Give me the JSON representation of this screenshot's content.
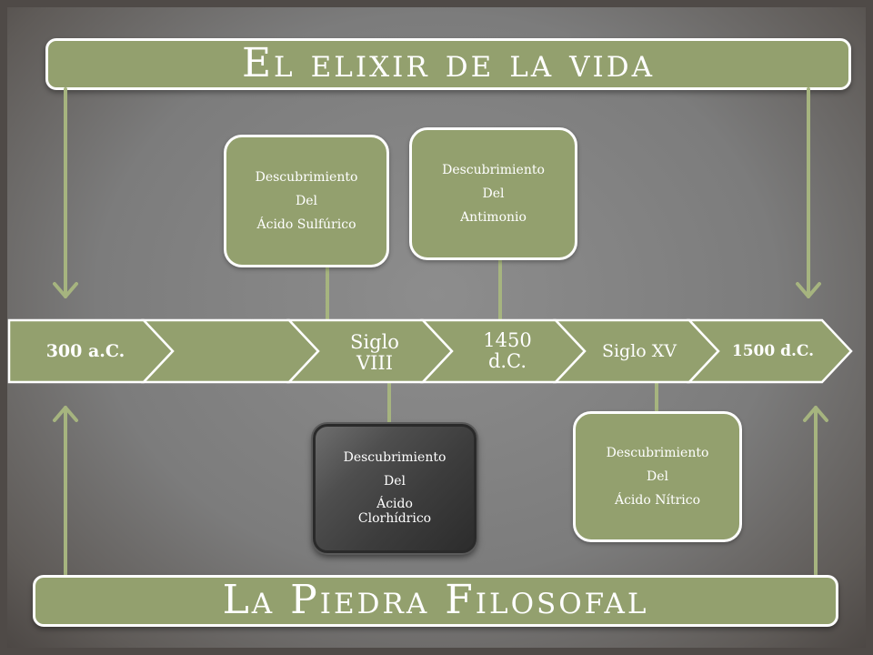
{
  "title_top": "El elixir de la vida",
  "title_bottom": "La Piedra Filosofal",
  "timeline": [
    {
      "label": "300 a.C."
    },
    {
      "label": ""
    },
    {
      "label": "Siglo VIII"
    },
    {
      "label": "1450 d.C."
    },
    {
      "label": "Siglo XV"
    },
    {
      "label": "1500 d.C."
    }
  ],
  "events_above": [
    {
      "line1": "Descubrimiento",
      "line2": "Del",
      "line3": "Ácido Sulfúrico"
    },
    {
      "line1": "Descubrimiento",
      "line2": "Del",
      "line3": "Antimonio"
    }
  ],
  "events_below": [
    {
      "line1": "Descubrimiento",
      "line2": "Del",
      "line3": "Ácido Clorhídrico"
    },
    {
      "line1": "Descubrimiento",
      "line2": "Del",
      "line3": "Ácido Nítrico"
    }
  ],
  "colors": {
    "accent_green": "#93a06e",
    "arrow_green": "#a6b47f",
    "background_gray": "#7c7c7c"
  }
}
